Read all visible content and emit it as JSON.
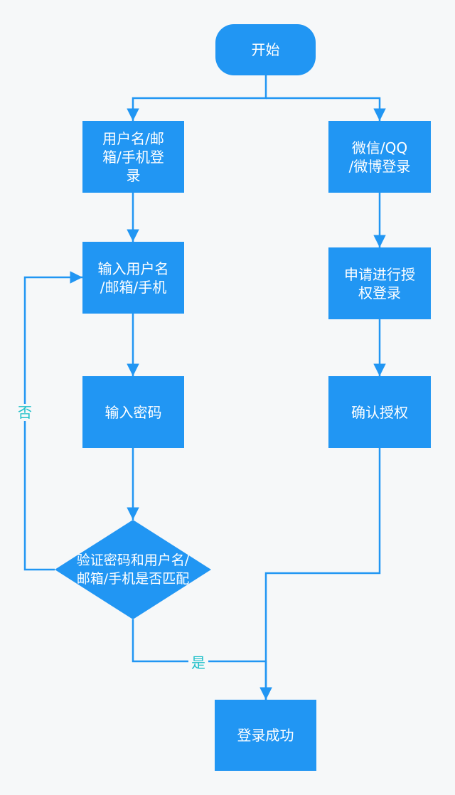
{
  "colors": {
    "node_fill": "#2196f3",
    "edge": "#2196f3",
    "edge_label": "#1ec0c9",
    "background": "#f6f8f9"
  },
  "nodes": {
    "start": "开始",
    "account_login": "用户名/邮\n箱/手机登\n录",
    "social_login": "微信/QQ\n/微博登录",
    "enter_username": "输入用户名\n/邮箱/手机",
    "request_auth": "申请进行授\n权登录",
    "enter_password": "输入密码",
    "confirm_auth": "确认授权",
    "verify_match": "验证密码和用户名/\n邮箱/手机是否匹配",
    "login_success": "登录成功"
  },
  "edge_labels": {
    "no": "否",
    "yes": "是"
  }
}
